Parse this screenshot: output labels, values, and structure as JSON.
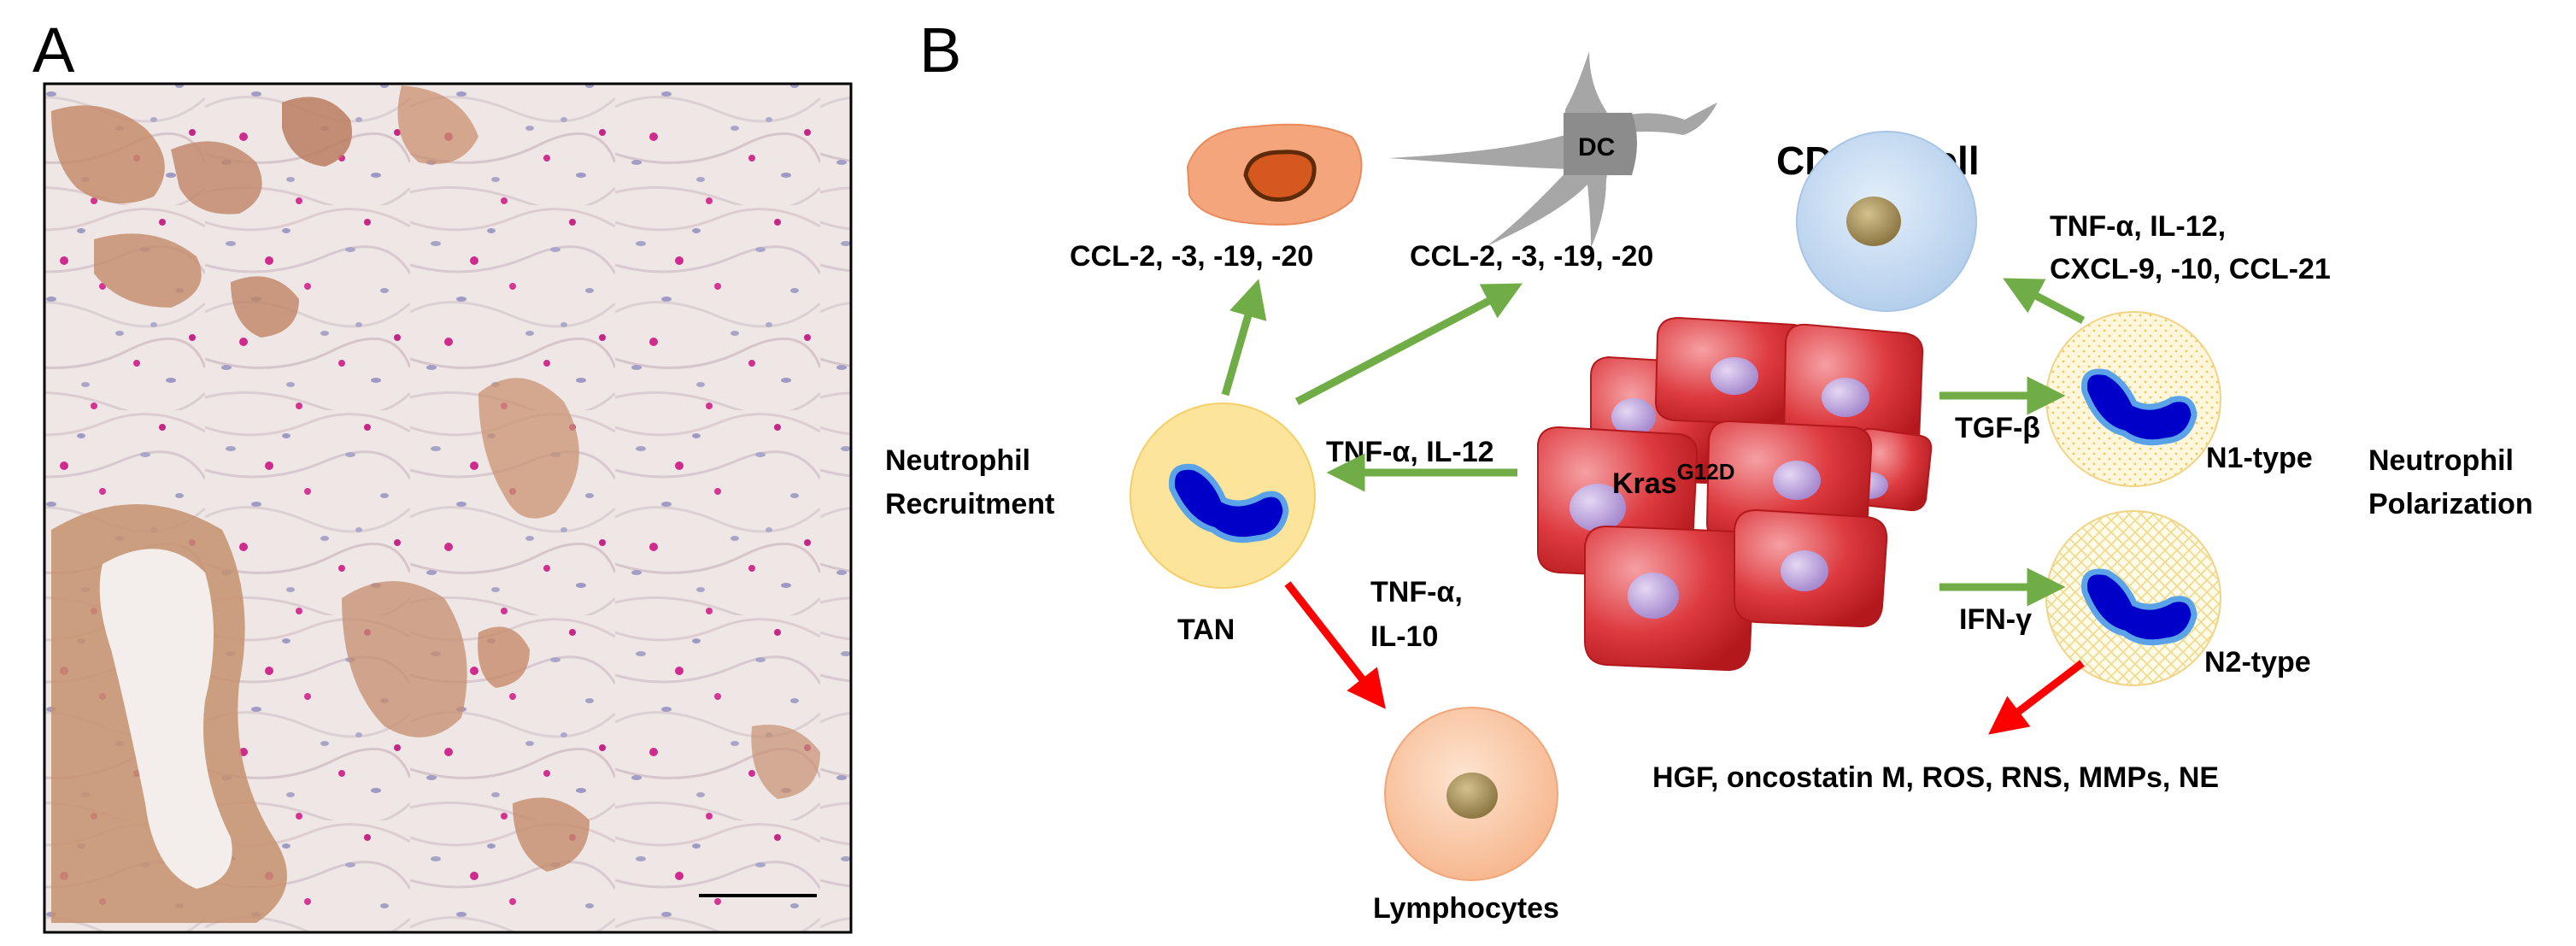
{
  "panels": {
    "a": {
      "letter": "A"
    },
    "b": {
      "letter": "B"
    }
  },
  "labels": {
    "ccl_macrophage": "CCL-2, -3, -19, -20",
    "ccl_dc": "CCL-2, -3, -19, -20",
    "dc": "DC",
    "cd8_main": "CD8",
    "cd8_sup": "+",
    "cd8_tail": " T cell",
    "n1_cytokines_1": "TNF-α, IL-12,",
    "n1_cytokines_2": "CXCL-9, -10, CCL-21",
    "recruitment_1": "Neutrophil",
    "recruitment_2": "Recruitment",
    "tnf_il12": "TNF-α, IL-12",
    "tgf_beta": "TGF-β",
    "n1_type": "N1-type",
    "polarization_1": "Neutrophil",
    "polarization_2": "Polarization",
    "kras_main": "Kras",
    "kras_sup": "G12D",
    "tan": "TAN",
    "tnf_il10_1": "TNF-α,",
    "tnf_il10_2": "IL-10",
    "ifn_gamma": "IFN-γ",
    "n2_type": "N2-type",
    "n2_products": "HGF, oncostatin M, ROS, RNS, MMPs, NE",
    "lymphocytes": "Lymphocytes"
  },
  "colors": {
    "green_arrow": "#70ad47",
    "red_arrow": "#ff0000",
    "tumor_cell": "#d9262b",
    "tan_cell": "#fde49b",
    "cd8_cell": "#bdd7ee",
    "lymphocyte": "#fbc9a4",
    "macrophage": "#f4a57c",
    "nucleus_blue": "#0000c8"
  },
  "icons": [
    "macrophage-cell-icon",
    "dendritic-cell-icon",
    "cd8-t-cell-icon",
    "tan-neutrophil-icon",
    "n1-neutrophil-icon",
    "n2-neutrophil-icon",
    "lymphocyte-cell-icon",
    "tumor-cell-cluster-icon",
    "scale-bar-icon"
  ]
}
